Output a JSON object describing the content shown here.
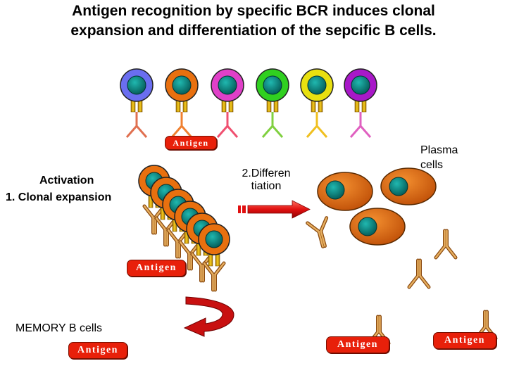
{
  "title": {
    "line1": "Antigen recognition by specific BCR induces clonal",
    "line2": "expansion and differentiation of the sepcific B cells."
  },
  "labels": {
    "activation": "Activation",
    "clonal_expansion": "1.  Clonal expansion",
    "differentiation_line1": "2.Differen",
    "differentiation_line2": "tiation",
    "plasma_line1": "Plasma",
    "plasma_line2": "cells",
    "memory": "MEMORY B cells"
  },
  "antigen_label": "Antigen",
  "colors": {
    "b_cell_blue": "#6a6ef0",
    "b_cell_orange": "#e8700f",
    "b_cell_magenta": "#e040c8",
    "b_cell_green": "#30d020",
    "b_cell_yellow": "#e8e010",
    "b_cell_purple": "#a818c8",
    "nucleus": "#0a8a86",
    "antigen_pill": "#e8200a",
    "arrow_red": "#e01010"
  }
}
